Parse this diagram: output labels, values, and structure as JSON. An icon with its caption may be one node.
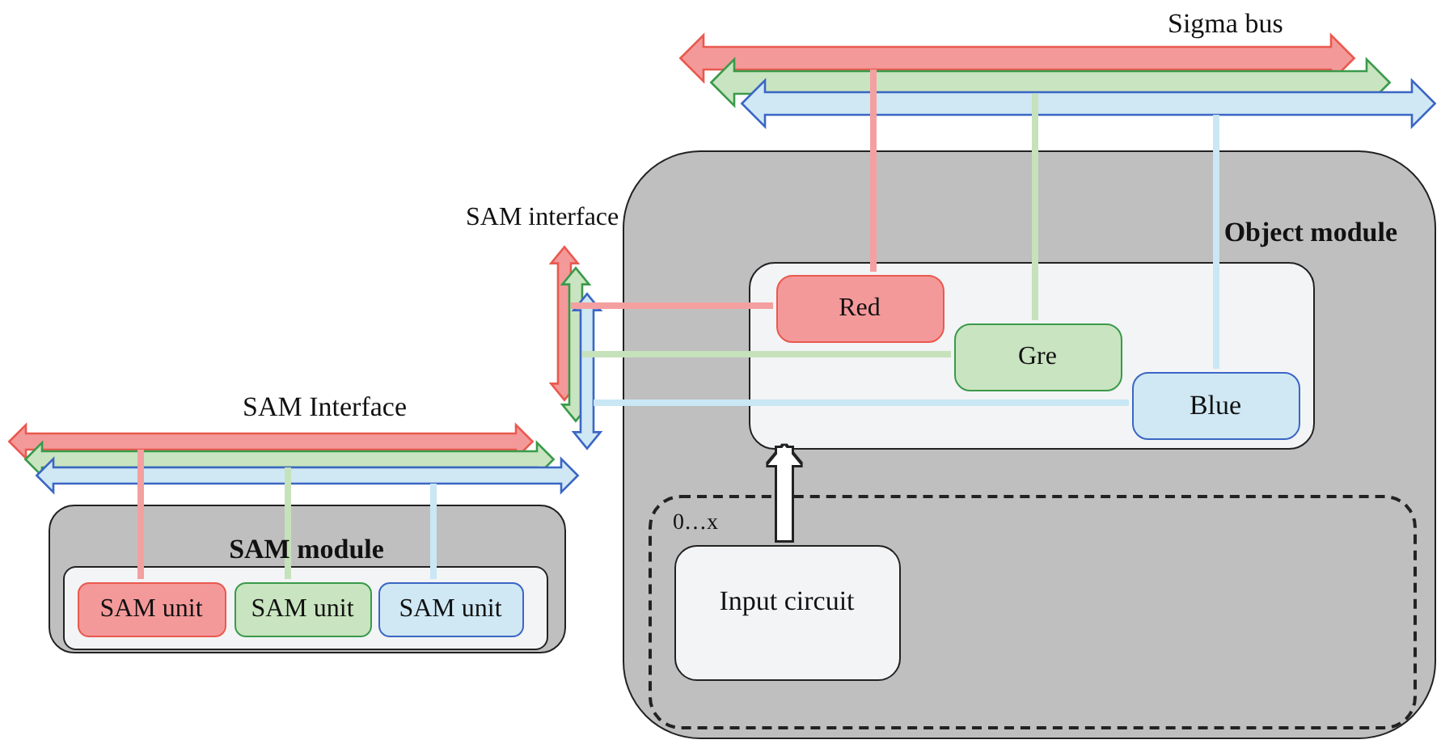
{
  "diagram": {
    "nodes": [
      {
        "text": [
          "Object module"
        ]
      },
      {
        "text": [],
        "shape": "box",
        "in": 0
      },
      {
        "text": [
          "Red"
        ],
        "in": 1
      },
      {
        "text": [
          "Gre"
        ],
        "in": 1
      },
      {
        "text": [
          "Blue"
        ],
        "in": 1
      },
      {
        "text": [
          "0…x"
        ],
        "in": 0
      },
      {
        "text": [
          "Input circuit"
        ],
        "in": 5
      },
      {
        "text": [
          "SAM module"
        ]
      },
      {
        "text": [],
        "shape": "box",
        "in": 7
      },
      {
        "text": [
          "SAM unit"
        ],
        "in": 8
      },
      {
        "text": [
          "SAM unit"
        ],
        "in": 8
      },
      {
        "text": [
          "SAM unit"
        ],
        "in": 8
      },
      {
        "text": [],
        "shape": "bar",
        "beside": [
          "Sigma bus"
        ]
      },
      {
        "text": [],
        "shape": "bar",
        "beside": [
          "SAM interface"
        ]
      },
      {
        "text": [],
        "shape": "bar",
        "beside": [
          "SAM Interface"
        ]
      }
    ],
    "edges": [
      {
        "from": 12,
        "to": 2,
        "arrow": "none",
        "color": "#f4a0a0"
      },
      {
        "from": 12,
        "to": 3,
        "arrow": "none",
        "color": "#c6e2bb"
      },
      {
        "from": 12,
        "to": 4,
        "arrow": "none",
        "color": "#c9e7f4"
      },
      {
        "from": 13,
        "to": 2,
        "arrow": "none",
        "color": "#f4a0a0"
      },
      {
        "from": 13,
        "to": 3,
        "arrow": "none",
        "color": "#c6e2bb"
      },
      {
        "from": 13,
        "to": 4,
        "arrow": "none",
        "color": "#c9e7f4"
      },
      {
        "from": 14,
        "to": 9,
        "arrow": "none",
        "color": "#f4a0a0"
      },
      {
        "from": 14,
        "to": 10,
        "arrow": "none",
        "color": "#c6e2bb"
      },
      {
        "from": 14,
        "to": 11,
        "arrow": "none",
        "color": "#c9e7f4"
      },
      {
        "from": 6,
        "to": 1,
        "arrow": "to",
        "style": "thick",
        "color": "#ffffff"
      }
    ]
  }
}
